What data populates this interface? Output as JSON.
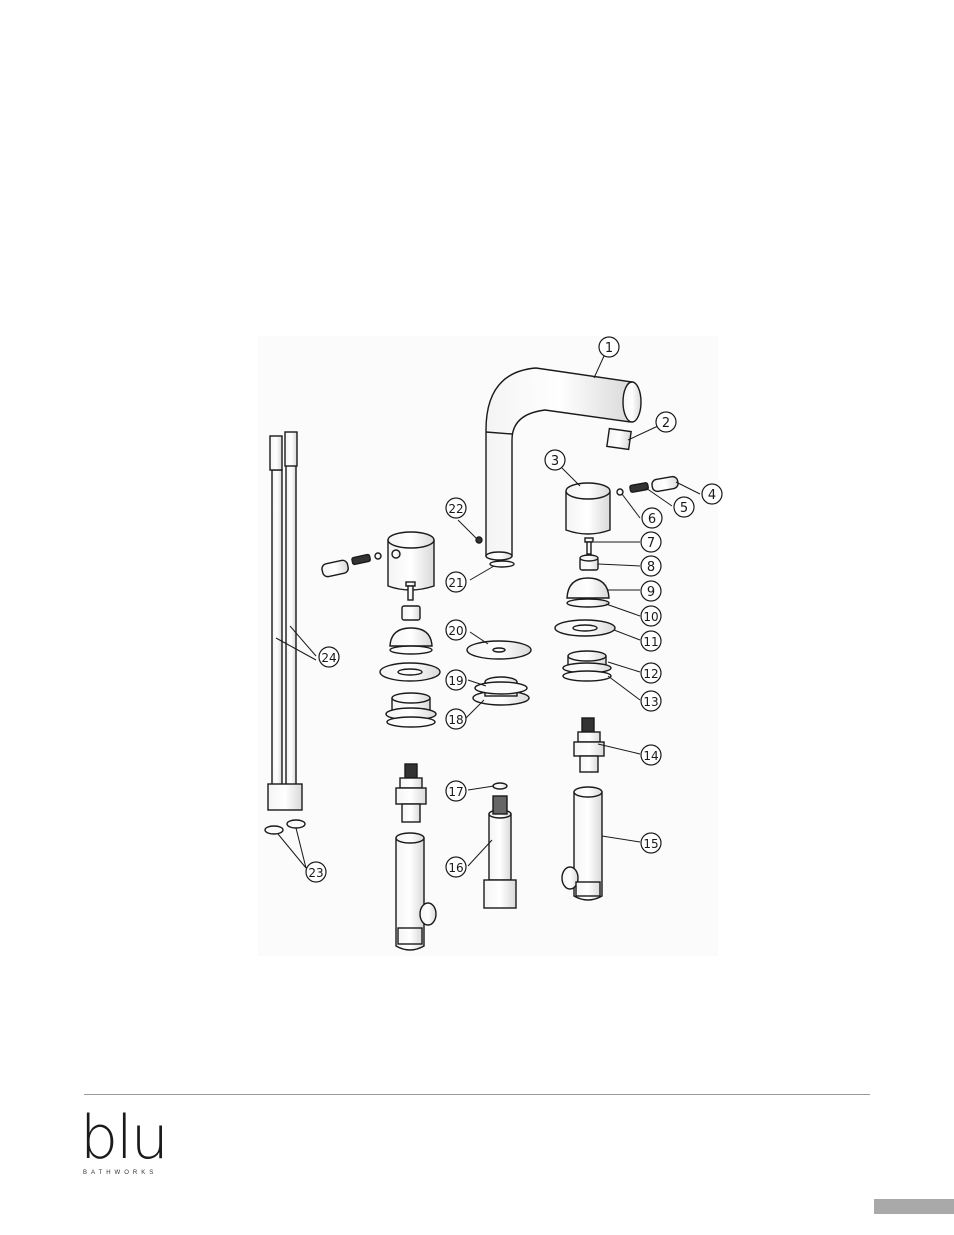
{
  "diagram": {
    "callouts": [
      "1",
      "2",
      "3",
      "4",
      "5",
      "6",
      "7",
      "8",
      "9",
      "10",
      "11",
      "12",
      "13",
      "14",
      "15",
      "16",
      "17",
      "18",
      "19",
      "20",
      "21",
      "22",
      "23",
      "24"
    ]
  },
  "brand": {
    "logo_text": "blu",
    "subtitle": "BATHWORKS"
  },
  "colors": {
    "line": "#1a1a1a",
    "rule": "#9a9a9a",
    "tab": "#a9a9a9"
  }
}
